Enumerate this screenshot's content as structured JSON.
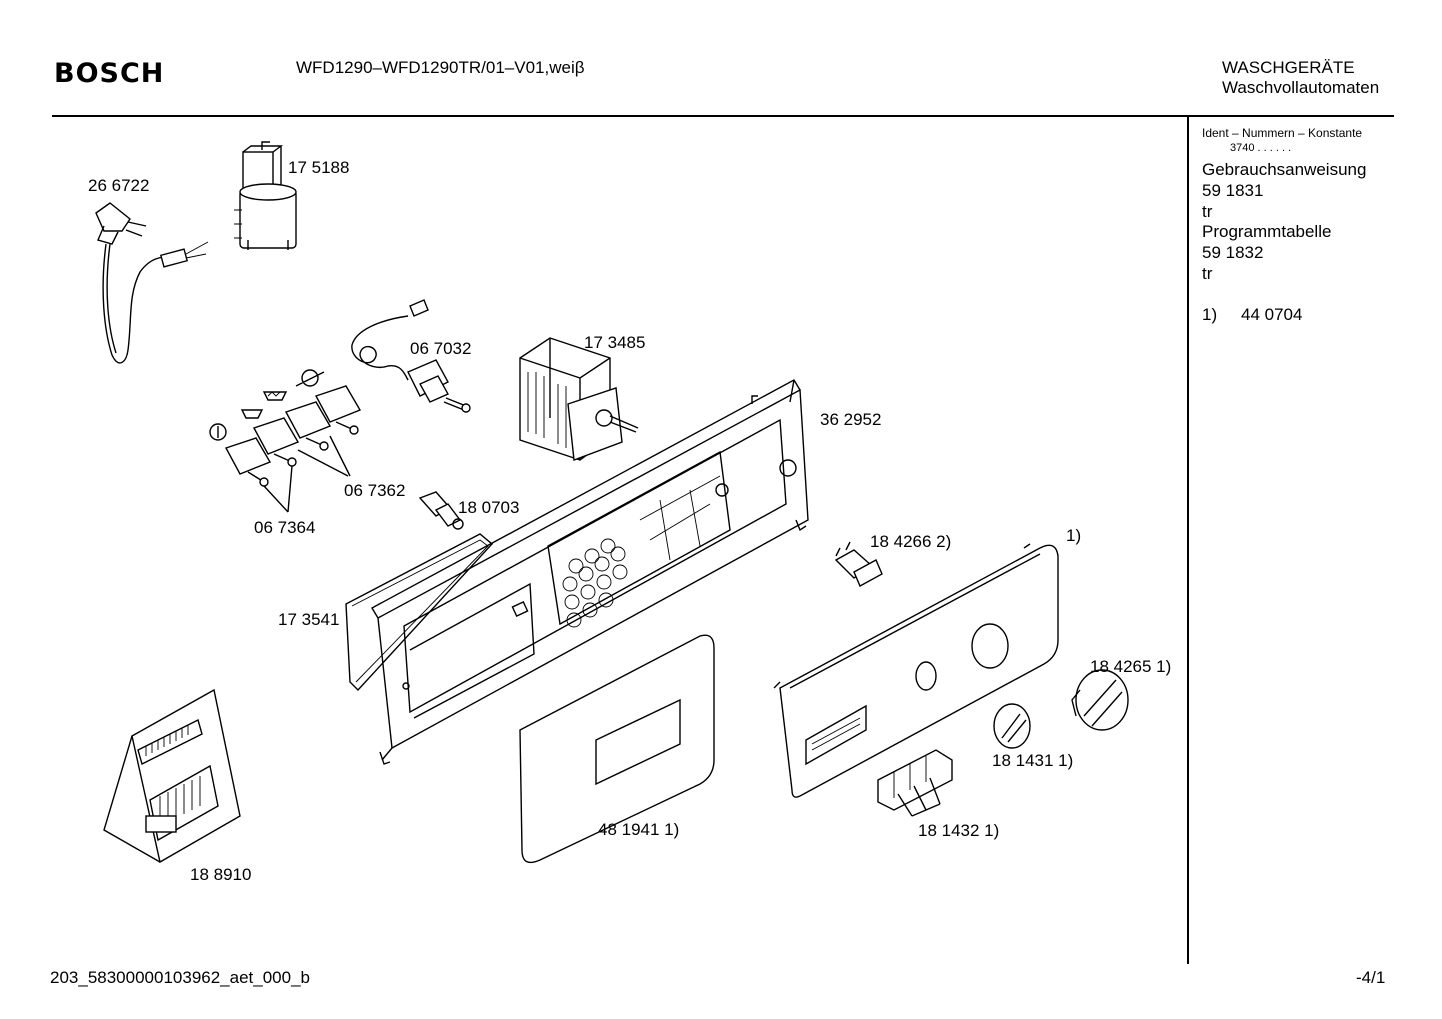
{
  "header": {
    "brand": "BOSCH",
    "model": "WFD1290–WFD1290TR/01–V01,weiβ",
    "category_line1": "WASCHGERÄTE",
    "category_line2": "Waschvollautomaten"
  },
  "side_panel": {
    "ident_title": "Ident – Nummern – Konstante",
    "ident_value": "3740 . . . . . .",
    "doc1_title": "Gebrauchsanweisung",
    "doc1_number": "59 1831",
    "doc1_lang": "tr",
    "doc2_title": "Programmtabelle",
    "doc2_number": "59 1832",
    "doc2_lang": "tr",
    "footnote_marker": "1)",
    "footnote_value": "44 0704"
  },
  "parts": {
    "p266722": "26 6722",
    "p175188": "17 5188",
    "p067032": "06 7032",
    "p173485": "17 3485",
    "p362952": "36 2952",
    "p067362": "06 7362",
    "p067364": "06 7364",
    "p180703": "18 0703",
    "p173541": "17 3541",
    "p184266": "18 4266 2)",
    "p_fn1": "1)",
    "p184265": "18 4265 1)",
    "p181431": "18 1431 1)",
    "p481941": "48 1941 1)",
    "p181432": "18 1432 1)",
    "p188910": "18 8910"
  },
  "footer": {
    "doc_id": "203_58300000103962_aet_000_b",
    "page": "-4/1"
  }
}
